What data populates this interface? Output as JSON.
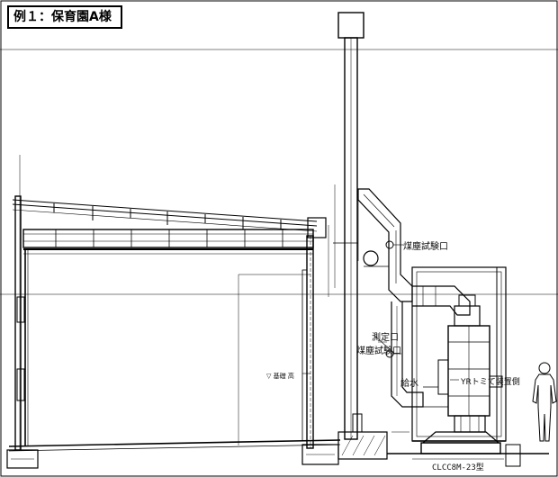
{
  "title": "例１：保育園A様",
  "labels": {
    "soot_test_port_upper": "煤塵試験口",
    "measurement_port": "測定口",
    "soot_test_port_lower": "煤塵試験口",
    "water_supply": "給水",
    "right_side_note": "YRトミて装置側",
    "floor_level": "▽ 基礎 高",
    "model_name": "CLCC8M-23型"
  },
  "icons": {
    "person": "person-silhouette-icon"
  }
}
